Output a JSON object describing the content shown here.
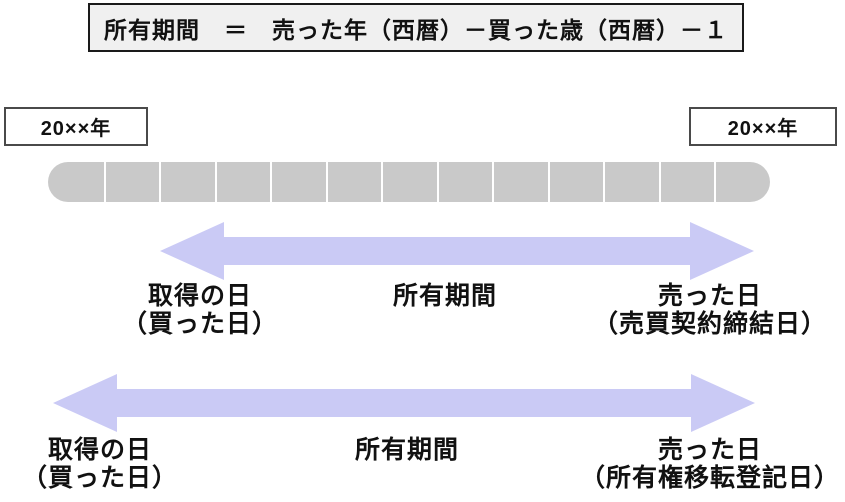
{
  "formula": {
    "text": "所有期間　＝　売った年（西暦）－買った歳（西暦）－１"
  },
  "timeline": {
    "year_left": "20××年",
    "year_right": "20××年",
    "tick_count": 12,
    "bar_color": "#c9c9c9",
    "tick_color": "#ffffff"
  },
  "arrows": [
    {
      "left_label": {
        "line1": "取得の日",
        "line2": "（買った日）"
      },
      "center_label": "所有期間",
      "right_label": {
        "line1": "売った日",
        "line2": "（売買契約締結日）"
      }
    },
    {
      "left_label": {
        "line1": "取得の日",
        "line2": "（買った日）"
      },
      "center_label": "所有期間",
      "right_label": {
        "line1": "売った日",
        "line2": "（所有権移転登記日）"
      }
    }
  ],
  "colors": {
    "arrow": "#cacaf5",
    "formula_bg": "#f0f0f0",
    "formula_border": "#1a1a1a",
    "text": "#111111"
  }
}
